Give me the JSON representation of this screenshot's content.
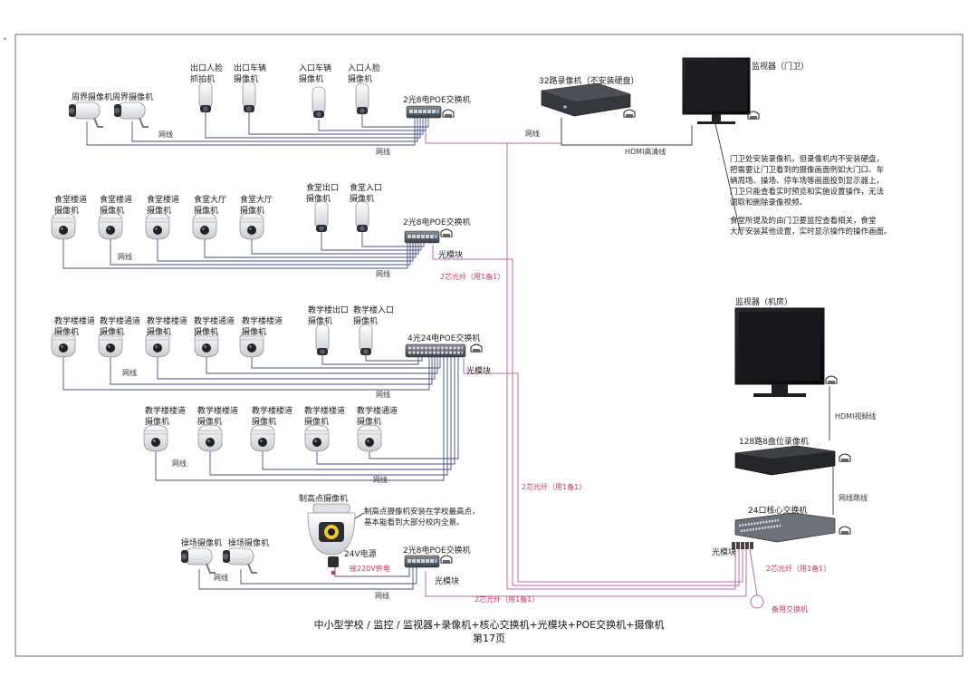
{
  "corner_mark": "•",
  "caption": {
    "line1": "中小型学校 / 监控 / 监视器+录像机+核心交换机+光模块+POE交换机+摄像机",
    "line2": "第17页"
  },
  "row1": {
    "cameras": [
      {
        "label": [
          "周界摄像机"
        ]
      },
      {
        "label": [
          "周界摄像机"
        ]
      },
      {
        "label": [
          "出口人脸",
          "抓拍机"
        ]
      },
      {
        "label": [
          "出口车辆",
          "摄像机"
        ]
      },
      {
        "label": [
          "入口车辆",
          "摄像机"
        ]
      },
      {
        "label": [
          "入口人脸",
          "摄像机"
        ]
      }
    ],
    "switch_label": "2光8电POE交换机",
    "cable_labels": [
      "网线",
      "网线",
      "网线"
    ]
  },
  "row2": {
    "cameras": [
      {
        "label": [
          "食堂楼道",
          "摄像机"
        ]
      },
      {
        "label": [
          "食堂楼道",
          "摄像机"
        ]
      },
      {
        "label": [
          "食堂楼道",
          "摄像机"
        ]
      },
      {
        "label": [
          "食堂大厅",
          "摄像机"
        ]
      },
      {
        "label": [
          "食堂大厅",
          "摄像机"
        ]
      },
      {
        "label": [
          "食堂出口",
          "摄像机"
        ]
      },
      {
        "label": [
          "食堂入口",
          "摄像机"
        ]
      }
    ],
    "switch_label": "2光8电POE交换机",
    "module_label": "光模块",
    "cable_labels": [
      "网线",
      "网线"
    ],
    "fiber_label": "2芯光纤（用1备1）"
  },
  "row3": {
    "cameras": [
      {
        "label": [
          "教学楼楼道",
          "摄像机"
        ]
      },
      {
        "label": [
          "教学楼通道",
          "摄像机"
        ]
      },
      {
        "label": [
          "教学楼楼道",
          "摄像机"
        ]
      },
      {
        "label": [
          "教学楼通道",
          "摄像机"
        ]
      },
      {
        "label": [
          "教学楼楼道",
          "摄像机"
        ]
      },
      {
        "label": [
          "教学楼出口",
          "摄像机"
        ]
      },
      {
        "label": [
          "教学楼入口",
          "摄像机"
        ]
      }
    ],
    "switch_label": "4光24电POE交换机",
    "module_label": "光模块",
    "cable_labels": [
      "网线",
      "网线"
    ]
  },
  "row4": {
    "cameras": [
      {
        "label": [
          "教学楼楼道",
          "摄像机"
        ]
      },
      {
        "label": [
          "教学楼楼道",
          "摄像机"
        ]
      },
      {
        "label": [
          "教学楼楼道",
          "摄像机"
        ]
      },
      {
        "label": [
          "教学楼楼道",
          "摄像机"
        ]
      },
      {
        "label": [
          "教学楼通道",
          "摄像机"
        ]
      }
    ],
    "cable_labels": [
      "网线",
      "网线"
    ]
  },
  "row5": {
    "ptz_label": "制高点摄像机",
    "ptz_note": [
      "制高点摄像机安装在学校最高点，",
      "基本能看到大部分校内全景。"
    ],
    "power_label": "24V电源",
    "power_red": "接220V供电",
    "cameras": [
      {
        "label": [
          "操场摄像机"
        ]
      },
      {
        "label": [
          "操场摄像机"
        ]
      }
    ],
    "switch_label": "2光8电POE交换机",
    "module_label": "光模块",
    "cable_labels": [
      "网线",
      "网线"
    ],
    "fiber_label": "2芯光纤（用1备1）"
  },
  "gate": {
    "nvr_label": "32路录像机（不安装硬盘）",
    "monitor_label": "监视器（门卫）",
    "hdmi_label": "HDMI高清线",
    "cable_label": "网线",
    "note1": [
      "门卫处安装录像机，但录像机内不安装硬盘，",
      "把需要让门卫看到的摄像画面例如大门口、车",
      "辆周场、操场、停车场等画面投到显示器上，",
      "门卫只能查看实时预览和实施设置操作，无法",
      "调取和删除录像视频。"
    ],
    "note2": [
      "食堂所提及的由门卫要监控查看相关，食堂",
      "大厅安装其他设置，实时显示操作的操作画面。"
    ]
  },
  "mid_fiber": "2芯光纤（用1备1）",
  "room": {
    "monitor_label": "监视器（机房）",
    "hdmi_label": "HDMI视频线",
    "nvr_label": "128路8盘位录像机",
    "cable_label": "网线跳线",
    "core_label": "24口核心交换机",
    "module_label": "光模块",
    "fiber_label": "2芯光纤（用1备1）",
    "backup_label": "备用交换机"
  },
  "colors": {
    "network": "#3f4f8a",
    "fiber": "#c06aa8",
    "red_note": "#c23b5a"
  }
}
